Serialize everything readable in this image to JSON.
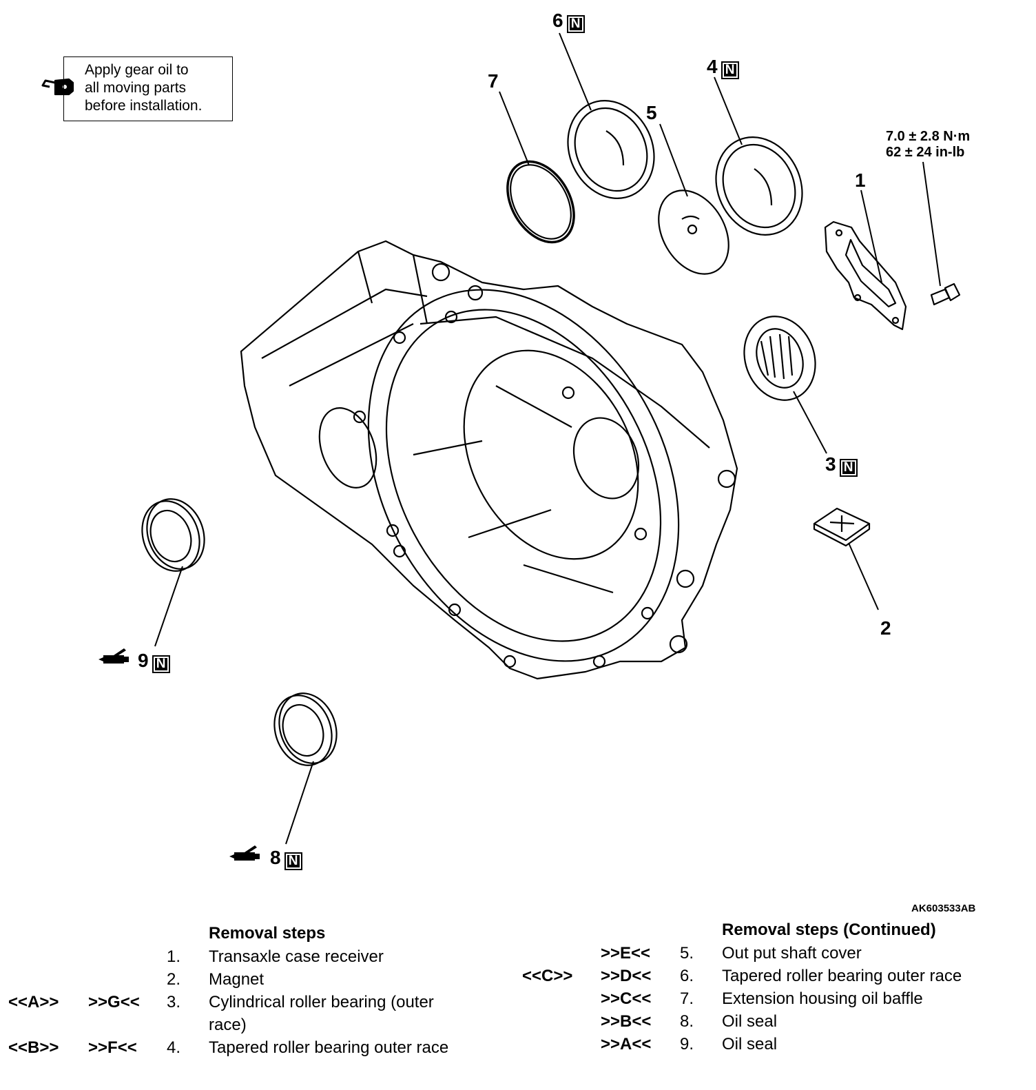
{
  "note": {
    "icon": "oil-can-icon",
    "lines": [
      "Apply gear oil to",
      "all moving parts",
      "before installation."
    ]
  },
  "torque": {
    "metric": "7.0 ± 2.8 N·m",
    "imperial": "62 ± 24 in-lb"
  },
  "callouts": [
    {
      "num": "1",
      "new_part": ""
    },
    {
      "num": "2",
      "new_part": ""
    },
    {
      "num": "3",
      "new_part": "N"
    },
    {
      "num": "4",
      "new_part": "N"
    },
    {
      "num": "5",
      "new_part": ""
    },
    {
      "num": "6",
      "new_part": "N"
    },
    {
      "num": "7",
      "new_part": ""
    },
    {
      "num": "8",
      "new_part": "N"
    },
    {
      "num": "9",
      "new_part": "N"
    }
  ],
  "figure_id": "AK603533AB",
  "steps_left": {
    "title": "Removal steps",
    "items": [
      {
        "code_a": "",
        "code_b": "",
        "num": "1.",
        "text": "Transaxle case receiver"
      },
      {
        "code_a": "",
        "code_b": "",
        "num": "2.",
        "text": "Magnet"
      },
      {
        "code_a": "<<A>>",
        "code_b": ">>G<<",
        "num": "3.",
        "text": "Cylindrical roller bearing (outer",
        "text2": "race)"
      },
      {
        "code_a": "<<B>>",
        "code_b": ">>F<<",
        "num": "4.",
        "text": "Tapered roller bearing outer race"
      }
    ]
  },
  "steps_right": {
    "title": "Removal steps (Continued)",
    "items": [
      {
        "code_a": "",
        "code_b": ">>E<<",
        "num": "5.",
        "text": "Out put shaft cover"
      },
      {
        "code_a": "<<C>>",
        "code_b": ">>D<<",
        "num": "6.",
        "text": "Tapered roller bearing outer race"
      },
      {
        "code_a": "",
        "code_b": ">>C<<",
        "num": "7.",
        "text": "Extension housing oil baffle"
      },
      {
        "code_a": "",
        "code_b": ">>B<<",
        "num": "8.",
        "text": "Oil seal"
      },
      {
        "code_a": "",
        "code_b": ">>A<<",
        "num": "9.",
        "text": "Oil seal"
      }
    ]
  }
}
